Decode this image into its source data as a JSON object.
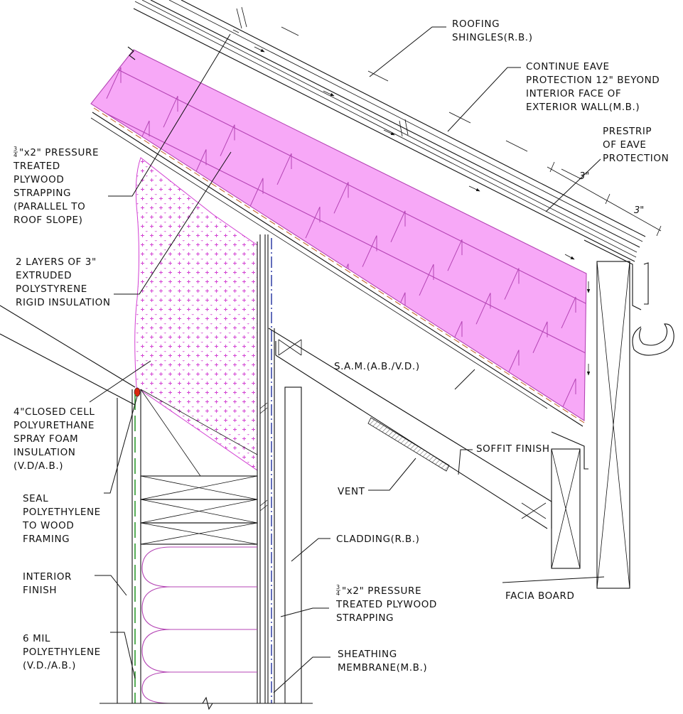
{
  "colors": {
    "insulation_fill": "#f7a8f7",
    "insulation_line": "#b445b4",
    "foam_dot": "#d23fd2",
    "poly_line": "#2e9a2e",
    "membrane_line": "#1f2f9e",
    "sam_line": "#c0561a",
    "seal_fill": "#d9280f",
    "line": "#111111"
  },
  "labels": {
    "roofing_shingles": [
      "ROOFING",
      "SHINGLES(R.B.)"
    ],
    "eave_protection": [
      "CONTINUE EAVE",
      "PROTECTION 12\" BEYOND",
      "INTERIOR FACE OF",
      "EXTERIOR WALL(M.B.)"
    ],
    "prestrip": [
      "PRESTRIP",
      "OF EAVE",
      "PROTECTION"
    ],
    "strapping_roof": [
      "\"x2\" PRESSURE",
      "TREATED",
      "PLYWOOD",
      "STRAPPING",
      "(PARALLEL TO",
      "ROOF SLOPE)"
    ],
    "rigid_insulation": [
      "2 LAYERS OF 3\"",
      "EXTRUDED",
      "POLYSTYRENE",
      "RIGID INSULATION"
    ],
    "spray_foam": [
      "4\"CLOSED CELL",
      "POLYURETHANE",
      "SPRAY FOAM",
      "INSULATION",
      "(V.D/A.B.)"
    ],
    "seal_poly": [
      "SEAL",
      "POLYETHYLENE",
      "TO WOOD",
      "FRAMING"
    ],
    "interior_finish": [
      "INTERIOR",
      "FINISH"
    ],
    "poly_6mil": [
      "6 MIL",
      "POLYETHYLENE",
      "(V.D./A.B.)"
    ],
    "sam": [
      "S.A.M.(A.B./V.D.)"
    ],
    "soffit_finish": [
      "SOFFIT FINISH"
    ],
    "vent": [
      "VENT"
    ],
    "cladding": [
      "CLADDING(R.B.)"
    ],
    "strapping_wall": [
      "\"x2\" PRESSURE",
      "TREATED PLYWOOD",
      "STRAPPING"
    ],
    "sheathing_membrane": [
      "SHEATHING",
      "MEMBRANE(M.B.)"
    ],
    "facia_board": [
      "FACIA BOARD"
    ]
  },
  "fraction": {
    "numerator": "3",
    "denominator": "4"
  },
  "dimensions": {
    "dim_a": "3\"",
    "dim_b": "3\""
  }
}
